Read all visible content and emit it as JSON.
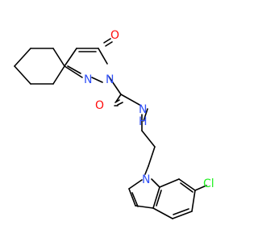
{
  "molecule": {
    "atoms": {
      "carbonyl_oxygen_ring": "O",
      "ring_nitrogen_a": "N",
      "ring_nitrogen_b": "N",
      "amide_oxygen": "O",
      "amide_nitrogen": "N",
      "amide_hydrogen": "H",
      "indole_nitrogen": "N",
      "chlorine": "Cl"
    },
    "colors": {
      "bond": "#000000",
      "oxygen": "#ff0d0d",
      "nitrogen": "#3050f8",
      "chlorine": "#1ff01f",
      "hydrogen": "#3050f8"
    }
  }
}
